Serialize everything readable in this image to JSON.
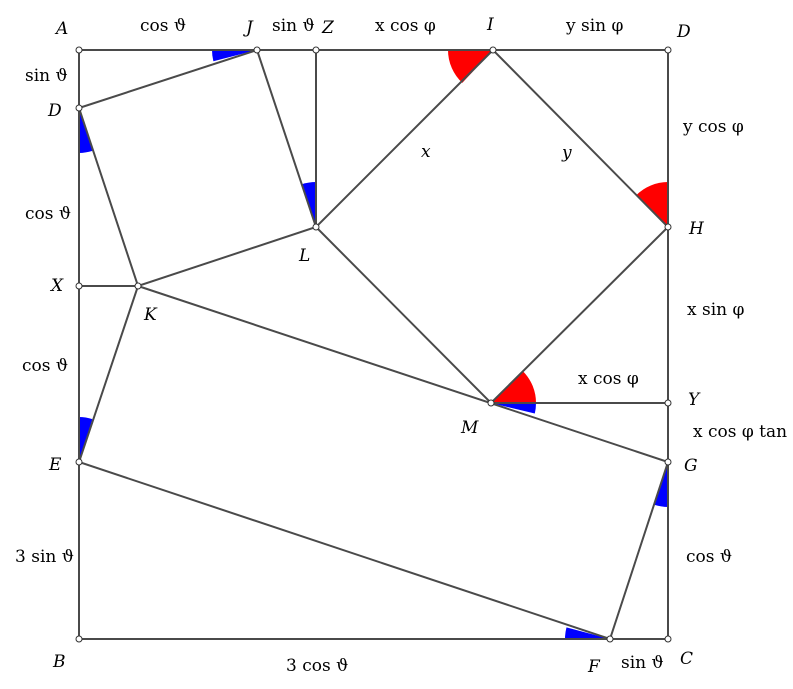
{
  "diagram": {
    "points": {
      "A": "A",
      "J": "J",
      "Z": "Z",
      "I": "I",
      "D_top": "D",
      "D_left": "D",
      "H": "H",
      "L": "L",
      "X": "X",
      "K": "K",
      "M": "M",
      "Y": "Y",
      "E": "E",
      "G": "G",
      "B": "B",
      "F": "F",
      "C": "C"
    },
    "segment_labels": {
      "top_AJ": "cos ϑ",
      "top_JZ": "sin ϑ",
      "top_ZI": "x cos φ",
      "top_ID": "y sin φ",
      "left_AD": "sin ϑ",
      "left_DX": "cos ϑ",
      "left_XE": "cos ϑ",
      "left_EB": "3 sin ϑ",
      "right_DH": "y cos φ",
      "right_HY": "x sin φ",
      "right_YG": "x cos φ tan ϑ",
      "right_GC": "cos ϑ",
      "bottom_BF": "3 cos ϑ",
      "bottom_FC": "sin ϑ",
      "side_x": "x",
      "side_y": "y",
      "seg_MY": "x cos φ"
    },
    "colors": {
      "blue_angle": "#0000ff",
      "red_angle": "#ff0000",
      "line": "#4a4a4a"
    }
  }
}
